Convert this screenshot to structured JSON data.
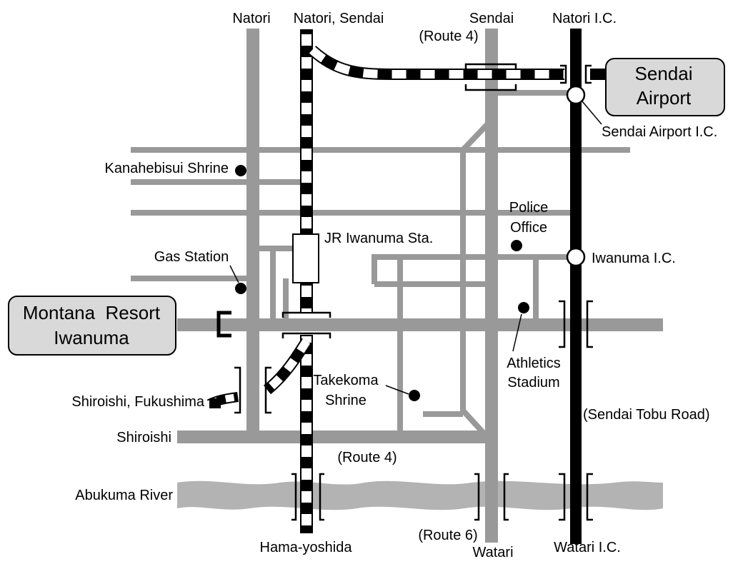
{
  "map": {
    "labels": {
      "natori": "Natori",
      "natori_sendai": "Natori, Sendai",
      "sendai": "Sendai",
      "route4_top": "(Route 4)",
      "natori_ic": "Natori I.C.",
      "sendai_airport_line1": "Sendai",
      "sendai_airport_line2": "Airport",
      "sendai_airport_ic": "Sendai Airport I.C.",
      "kanahebisui_shrine": "Kanahebisui Shrine",
      "police_line1": "Police",
      "police_line2": "Office",
      "jr_iwanuma_sta": "JR Iwanuma Sta.",
      "gas_station": "Gas Station",
      "iwanuma_ic": "Iwanuma I.C.",
      "montana_line1": "Montana  Resort",
      "montana_line2": "Iwanuma",
      "athletics_line1": "Athletics",
      "athletics_line2": "Stadium",
      "takekoma_line1": "Takekoma",
      "takekoma_line2": "Shrine",
      "shiroishi_fukushima": "Shiroishi, Fukushima",
      "sendai_tobu_road": "(Sendai Tobu Road)",
      "shiroishi": "Shiroishi",
      "route4_bottom": "(Route 4)",
      "abukuma_river": "Abukuma River",
      "route6": "(Route 6)",
      "hama_yoshida": "Hama-yoshida",
      "watari": "Watari",
      "watari_ic": "Watari I.C."
    },
    "colors": {
      "road": "#999999",
      "river": "#b3b3b3",
      "expressway": "#000000",
      "rail_light": "#ffffff",
      "rail_dark": "#000000",
      "box_fill": "#d9d9d9"
    }
  }
}
